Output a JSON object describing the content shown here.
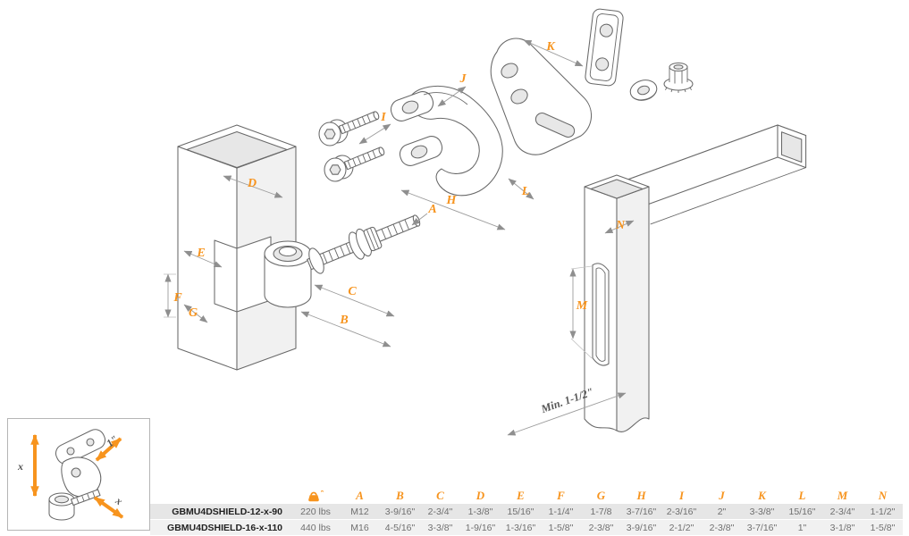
{
  "diagram": {
    "labels": {
      "a": "A",
      "b": "B",
      "c": "C",
      "d": "D",
      "e": "E",
      "f": "F",
      "g": "G",
      "h": "H",
      "i": "I",
      "j": "J",
      "k": "K",
      "l": "L",
      "m": "M",
      "n": "N"
    },
    "min_note": "Min. 1-1/2\""
  },
  "inset": {
    "height_label": "x",
    "pin_label": "1\"",
    "width_label": "x"
  },
  "table": {
    "weight_asterisk": "*",
    "letters": [
      "A",
      "B",
      "C",
      "D",
      "E",
      "F",
      "G",
      "H",
      "I",
      "J",
      "K",
      "L",
      "M",
      "N"
    ],
    "rows": [
      {
        "model": "GBMU4DSHIELD-12-x-90",
        "weight": "220 lbs",
        "values": [
          "M12",
          "3-9/16\"",
          "2-3/4\"",
          "1-3/8\"",
          "15/16\"",
          "1-1/4\"",
          "1-7/8",
          "3-7/16\"",
          "2-3/16\"",
          "2\"",
          "3-3/8\"",
          "15/16\"",
          "2-3/4\"",
          "1-1/2\""
        ]
      },
      {
        "model": "GBMU4DSHIELD-16-x-110",
        "weight": "440 lbs",
        "values": [
          "M16",
          "4-5/16\"",
          "3-3/8\"",
          "1-9/16\"",
          "1-3/16\"",
          "1-5/8\"",
          "2-3/8\"",
          "3-9/16\"",
          "2-1/2\"",
          "2-3/8\"",
          "3-7/16\"",
          "1\"",
          "3-1/8\"",
          "1-5/8\""
        ]
      }
    ]
  }
}
